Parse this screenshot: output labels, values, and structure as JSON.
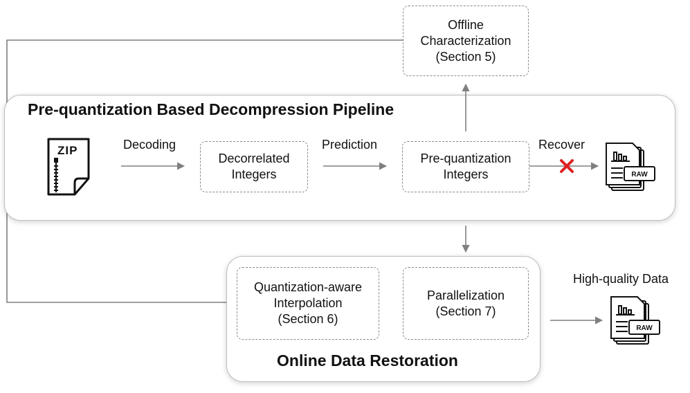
{
  "pipeline": {
    "title": "Pre-quantization Based Decompression Pipeline",
    "zip_label": "ZIP",
    "decoding_label": "Decoding",
    "decorrelated": [
      "Decorrelated",
      "Integers"
    ],
    "prediction_label": "Prediction",
    "prequant": [
      "Pre-quantization",
      "Integers"
    ],
    "recover_label": "Recover",
    "raw_label": "RAW"
  },
  "offline": {
    "lines": [
      "Offline",
      "Characterization",
      "(Section 5)"
    ]
  },
  "restoration": {
    "title": "Online Data Restoration",
    "interp": [
      "Quantization-aware",
      "Interpolation",
      "(Section 6)"
    ],
    "parallel": [
      "Parallelization",
      "(Section 7)"
    ]
  },
  "output": {
    "label": "High-quality Data",
    "raw_label": "RAW"
  },
  "colors": {
    "arrow": "#7f7f7f",
    "cross": "#e02020",
    "panel_border": "#bdbdbd",
    "dashed_border": "#8a8a8a"
  }
}
